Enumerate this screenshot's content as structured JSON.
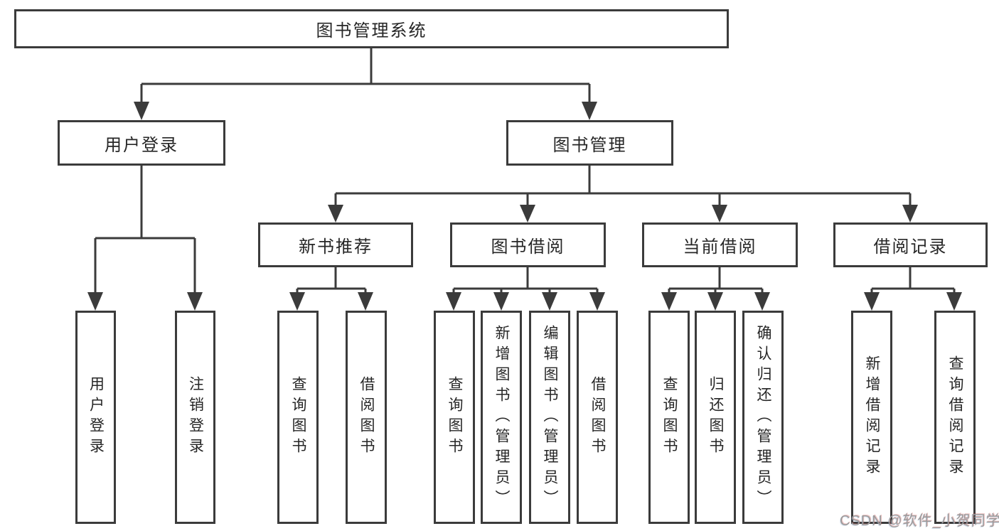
{
  "diagram_title": "图书管理系统",
  "tree": {
    "root": {
      "label": "图书管理系统"
    },
    "branches": [
      {
        "label": "用户登录",
        "leaves": [
          {
            "label": "用户登录"
          },
          {
            "label": "注销登录"
          }
        ]
      },
      {
        "label": "图书管理",
        "groups": [
          {
            "label": "新书推荐",
            "leaves": [
              {
                "label": "查询图书"
              },
              {
                "label": "借阅图书"
              }
            ]
          },
          {
            "label": "图书借阅",
            "leaves": [
              {
                "label": "查询图书"
              },
              {
                "label": "新增图书（管理员）"
              },
              {
                "label": "编辑图书（管理员）"
              },
              {
                "label": "借阅图书"
              }
            ]
          },
          {
            "label": "当前借阅",
            "leaves": [
              {
                "label": "查询图书"
              },
              {
                "label": "归还图书"
              },
              {
                "label": "确认归还（管理员）"
              }
            ]
          },
          {
            "label": "借阅记录",
            "leaves": [
              {
                "label": "新增借阅记录"
              },
              {
                "label": "查询借阅记录"
              }
            ]
          }
        ]
      }
    ]
  },
  "watermark": {
    "text": "CSDN @软件_小贺同学"
  },
  "colors": {
    "line": "#3b3b3b",
    "text": "#262626",
    "background": "#ffffff",
    "watermark": "#9b9b9b"
  }
}
